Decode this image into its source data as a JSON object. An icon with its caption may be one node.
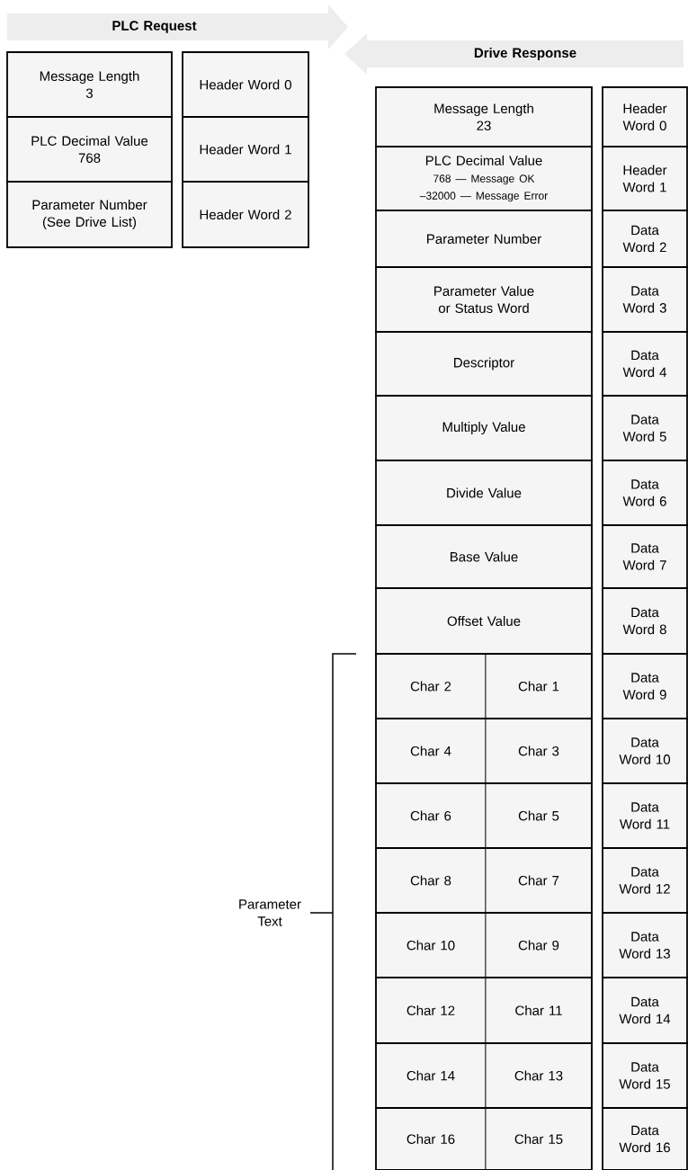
{
  "diagram": {
    "nodes": [
      {
        "text": [
          "PLC Request"
        ]
      },
      {
        "text": [
          "Message Length",
          "3"
        ]
      },
      {
        "text": [
          "Header Word 0"
        ]
      },
      {
        "text": [
          "PLC Decimal Value",
          "768"
        ]
      },
      {
        "text": [
          "Header Word 1"
        ]
      },
      {
        "text": [
          "Parameter Number",
          "(See Drive List)"
        ]
      },
      {
        "text": [
          "Header Word 2"
        ]
      },
      {
        "text": [
          "Drive Response"
        ]
      },
      {
        "text": [
          "Message Length",
          "23"
        ]
      },
      {
        "text": [
          "Header Word 0"
        ]
      },
      {
        "text": [
          "PLC Decimal Value",
          "768 — Message OK",
          "–32000 — Message Error"
        ]
      },
      {
        "text": [
          "Header Word 1"
        ]
      },
      {
        "text": [
          "Parameter Number"
        ]
      },
      {
        "text": [
          "Data Word 2"
        ]
      },
      {
        "text": [
          "Parameter Value or Status Word"
        ]
      },
      {
        "text": [
          "Data Word 3"
        ]
      },
      {
        "text": [
          "Descriptor"
        ]
      },
      {
        "text": [
          "Data Word 4"
        ]
      },
      {
        "text": [
          "Multiply Value"
        ]
      },
      {
        "text": [
          "Data Word 5"
        ]
      },
      {
        "text": [
          "Divide Value"
        ]
      },
      {
        "text": [
          "Data Word 6"
        ]
      },
      {
        "text": [
          "Base Value"
        ]
      },
      {
        "text": [
          "Data Word 7"
        ]
      },
      {
        "text": [
          "Offset Value"
        ]
      },
      {
        "text": [
          "Data Word 8"
        ]
      },
      {
        "text": [
          "Char 2"
        ]
      },
      {
        "text": [
          "Char 1"
        ]
      },
      {
        "text": [
          "Data Word 9"
        ]
      },
      {
        "text": [
          "Char 4"
        ]
      },
      {
        "text": [
          "Char 3"
        ]
      },
      {
        "text": [
          "Data Word 10"
        ]
      },
      {
        "text": [
          "Char 6"
        ]
      },
      {
        "text": [
          "Char 5"
        ]
      },
      {
        "text": [
          "Data Word 11"
        ]
      },
      {
        "text": [
          "Char 8"
        ]
      },
      {
        "text": [
          "Char 7"
        ]
      },
      {
        "text": [
          "Data Word 12"
        ]
      },
      {
        "text": [
          "Char 10"
        ]
      },
      {
        "text": [
          "Char 9"
        ]
      },
      {
        "text": [
          "Data Word 13"
        ]
      },
      {
        "text": [
          "Char 12"
        ]
      },
      {
        "text": [
          "Char 11"
        ]
      },
      {
        "text": [
          "Data Word 14"
        ]
      },
      {
        "text": [
          "Char 14"
        ]
      },
      {
        "text": [
          "Char 13"
        ]
      },
      {
        "text": [
          "Data Word 15"
        ]
      },
      {
        "text": [
          "Char 16"
        ]
      },
      {
        "text": [
          "Char 15"
        ]
      },
      {
        "text": [
          "Data Word 16"
        ]
      }
    ],
    "labels": [
      "Parameter Text"
    ]
  }
}
